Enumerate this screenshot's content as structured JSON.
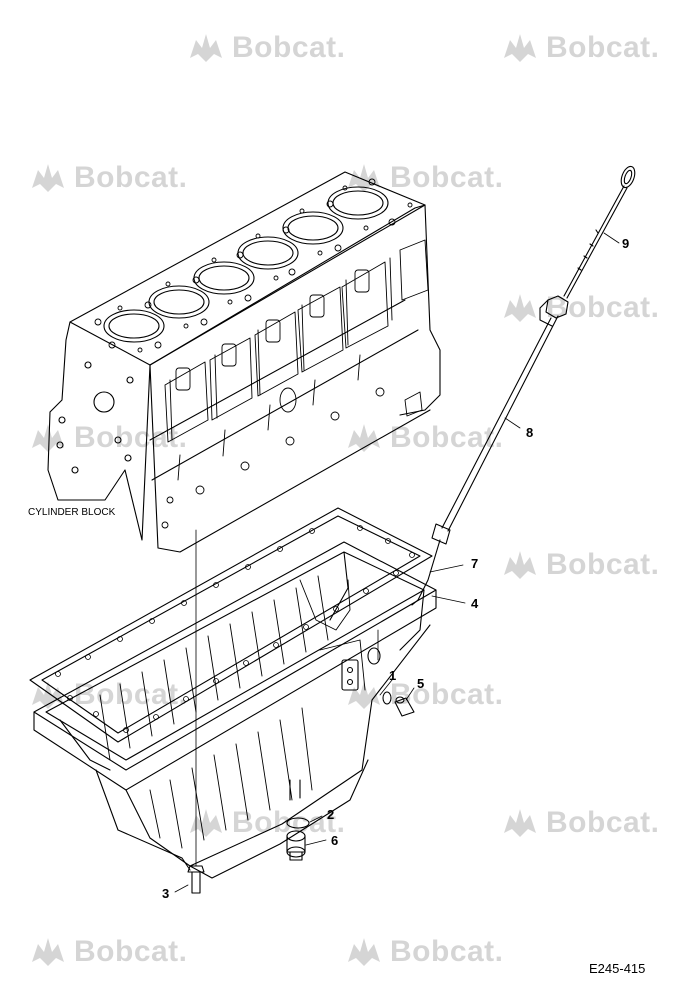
{
  "watermark": {
    "text": "Bobcat."
  },
  "labels": {
    "cylinder_block": "CYLINDER BLOCK"
  },
  "callouts": {
    "n1": "1",
    "n2": "2",
    "n3": "3",
    "n4": "4",
    "n5": "5",
    "n6": "6",
    "n7": "7",
    "n8": "8",
    "n9": "9"
  },
  "figure_code": "E245-415",
  "colors": {
    "line": "#000000",
    "watermark": "#000000",
    "background": "#ffffff"
  }
}
